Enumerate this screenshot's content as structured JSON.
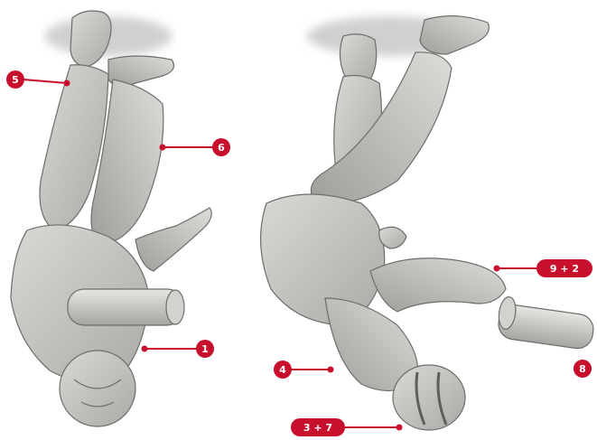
{
  "callouts": [
    {
      "id": "c5",
      "label": "5"
    },
    {
      "id": "c6",
      "label": "6"
    },
    {
      "id": "c1",
      "label": "1"
    },
    {
      "id": "c9p2",
      "label": "9 + 2"
    },
    {
      "id": "c4",
      "label": "4"
    },
    {
      "id": "c8",
      "label": "8"
    },
    {
      "id": "c3p7",
      "label": "3 + 7"
    }
  ],
  "colors": {
    "marker_red": "#c8102e",
    "leader_line": "#c8102e",
    "figure_fill": "#c9c9c5",
    "figure_shade": "#8d8d89",
    "shadow": "#b8b8b8"
  }
}
